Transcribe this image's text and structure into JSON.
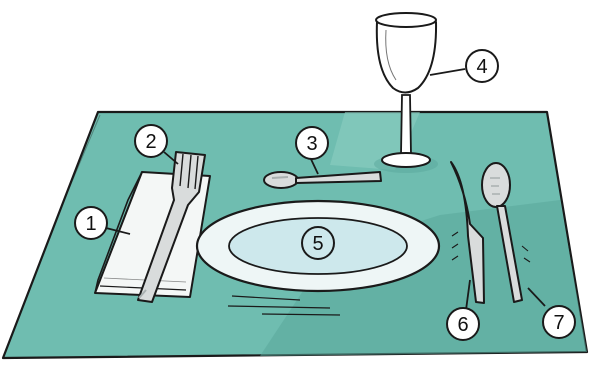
{
  "colors": {
    "mat": "#6fbdb0",
    "mat_shade": "#5aa89b",
    "mat_highlight": "#8ccdc2",
    "outline": "#1a1a1a",
    "plate": "#eef6f6",
    "plate_center": "#cde8ec",
    "cutlery": "#d9dcdc",
    "cutlery_shade": "#a9b0b0",
    "napkin": "#f4f7f6",
    "glass": "#ffffff",
    "callout_fill": "#ffffff"
  },
  "items": [
    {
      "id": "napkin",
      "icon": "napkin-icon"
    },
    {
      "id": "fork",
      "icon": "fork-icon"
    },
    {
      "id": "dessert-spoon",
      "icon": "spoon-icon"
    },
    {
      "id": "wine-glass",
      "icon": "wine-glass-icon"
    },
    {
      "id": "plate",
      "icon": "plate-icon"
    },
    {
      "id": "knife",
      "icon": "knife-icon"
    },
    {
      "id": "soup-spoon",
      "icon": "spoon-icon"
    }
  ],
  "callouts": [
    {
      "label": "1"
    },
    {
      "label": "2"
    },
    {
      "label": "3"
    },
    {
      "label": "4"
    },
    {
      "label": "5"
    },
    {
      "label": "6"
    },
    {
      "label": "7"
    }
  ]
}
